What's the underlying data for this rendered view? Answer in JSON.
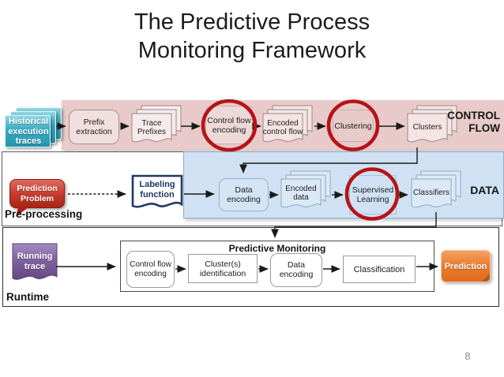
{
  "slide": {
    "title_line1": "The Predictive Process",
    "title_line2": "Monitoring Framework",
    "page_number": "8"
  },
  "colors": {
    "pink_band": "#e8caca",
    "blue_band": "#cfe1f2",
    "highlight_circle_red": "#b61317",
    "historical_traces_teal": "#35aec5",
    "prediction_problem_red": "#c0392b",
    "labeling_navy": "#203864",
    "running_trace_purple": "#8064a2",
    "prediction_orange": "#ed7d31"
  },
  "control_flow_row": {
    "band_label": "CONTROL FLOW",
    "historical_traces": "Historical execution traces",
    "prefix_extraction": "Prefix extraction",
    "trace_prefixes": "Trace Prefixes",
    "control_flow_encoding": "Control flow encoding",
    "encoded_control_flow": "Encoded control flow",
    "clustering": "Clustering",
    "clusters": "Clusters"
  },
  "data_row": {
    "band_label": "DATA",
    "section_label": "Pre-processing",
    "prediction_problem": "Prediction Problem",
    "labeling_function": "Labeling function",
    "data_encoding": "Data encoding",
    "encoded_data": "Encoded data",
    "supervised_learning": "Supervised Learning",
    "classifiers": "Classifiers"
  },
  "runtime_row": {
    "section_label": "Runtime",
    "running_trace": "Running trace",
    "predictive_monitoring_title": "Predictive Monitoring",
    "control_flow_encoding": "Control flow encoding",
    "cluster_identification": "Cluster(s) identification",
    "data_encoding": "Data encoding",
    "classification": "Classification",
    "prediction": "Prediction"
  }
}
